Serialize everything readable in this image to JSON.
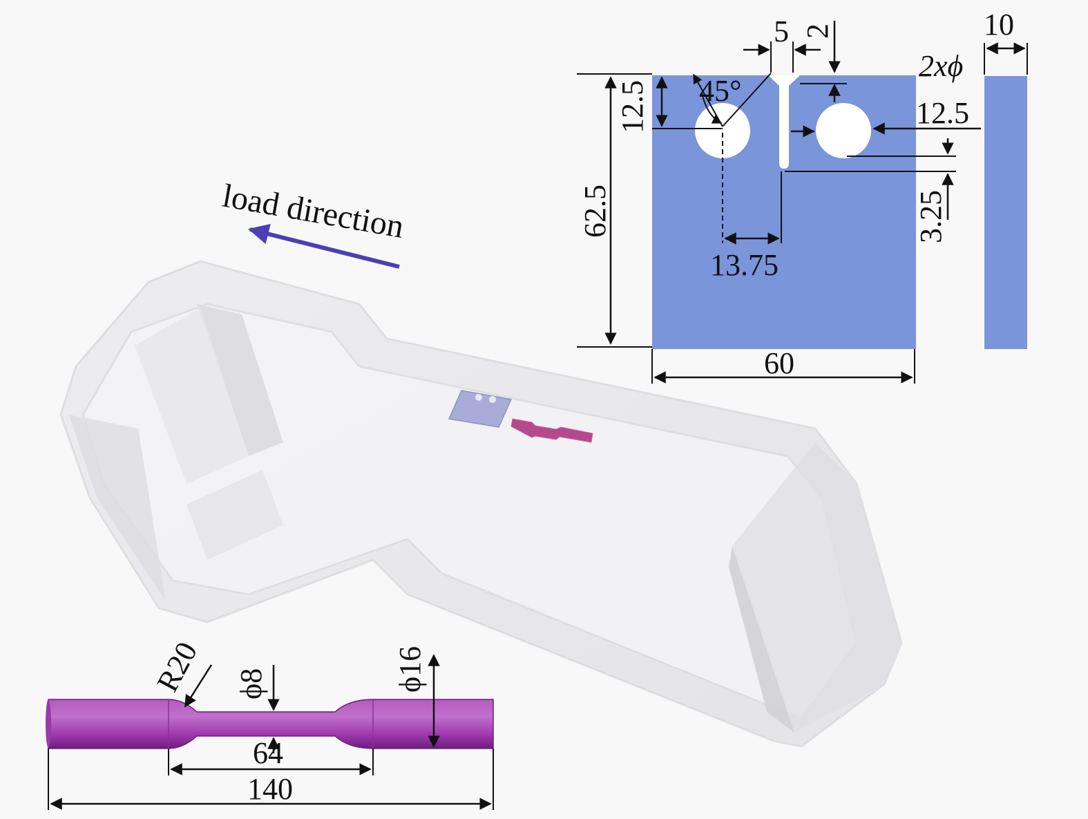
{
  "colors": {
    "background": "#f8f8f9",
    "specimen_plate": "#7b95db",
    "round_bar": "#a83fb3",
    "load_arrow": "#4c3fb5",
    "frame": "#e3e3e6",
    "dimension_lines": "#111111"
  },
  "labels": {
    "load_direction": "load direction"
  },
  "plate_dims": {
    "width": "60",
    "height": "62.5",
    "hole_center_offset": "12.5",
    "slot_width": "5",
    "slot_tip": "2",
    "thickness": "10",
    "hole_label": "2xϕ",
    "hole_diameter": "12.5",
    "angle": "45°",
    "hole_to_slot": "13.75",
    "slot_gap": "3.25"
  },
  "bar_dims": {
    "fillet_radius": "R20",
    "gauge_diameter": "ϕ8",
    "grip_diameter": "ϕ16",
    "gauge_length": "64",
    "total_length": "140"
  }
}
